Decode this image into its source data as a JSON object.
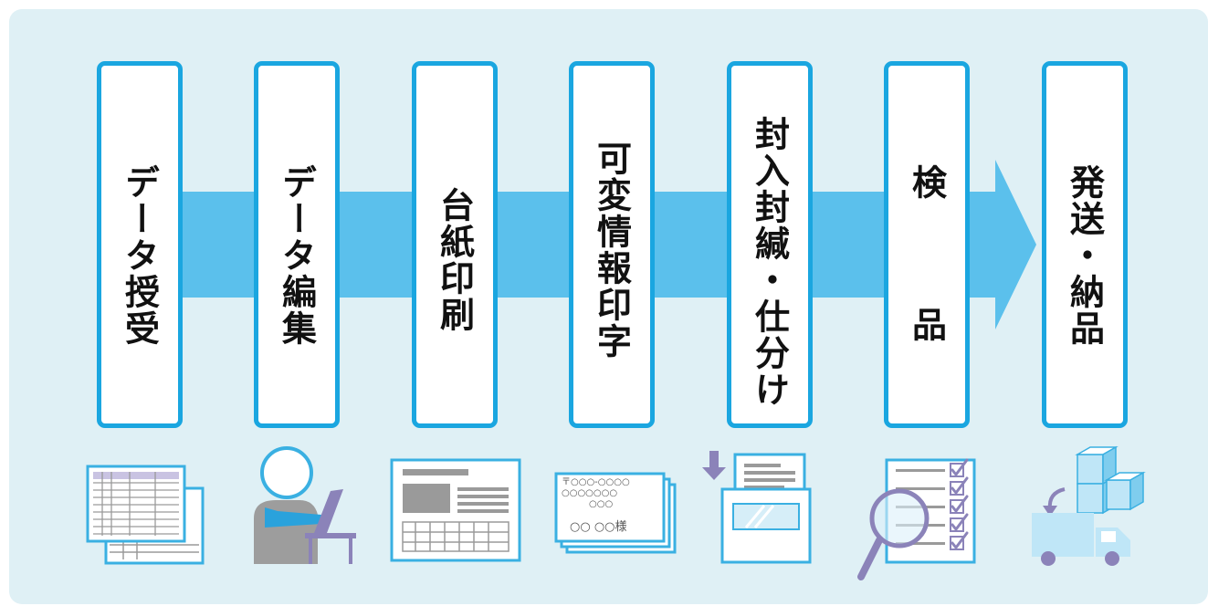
{
  "steps": [
    {
      "id": "data-receipt",
      "label": "データ授受"
    },
    {
      "id": "data-editing",
      "label": "データ編集"
    },
    {
      "id": "base-printing",
      "label": "台紙印刷"
    },
    {
      "id": "variable-printing",
      "label": "可変情報印字"
    },
    {
      "id": "enclosing-sealing",
      "label": "封入封緘・仕分け"
    },
    {
      "id": "inspection",
      "label": "検　品"
    },
    {
      "id": "shipping",
      "label": "発送・納品"
    }
  ],
  "postcard": {
    "postal": "〒○○○-○○○○",
    "line2": "○○○○○○○",
    "line3": "○○○",
    "name": "○○ ○○",
    "honorific": "様"
  },
  "colors": {
    "panel_bg": "#dff0f5",
    "arrow": "#5bc0ec",
    "box_border": "#1aa6e0",
    "icon_border": "#3ab0e2",
    "icon_gray": "#999999",
    "icon_purple": "#8b83b9"
  }
}
